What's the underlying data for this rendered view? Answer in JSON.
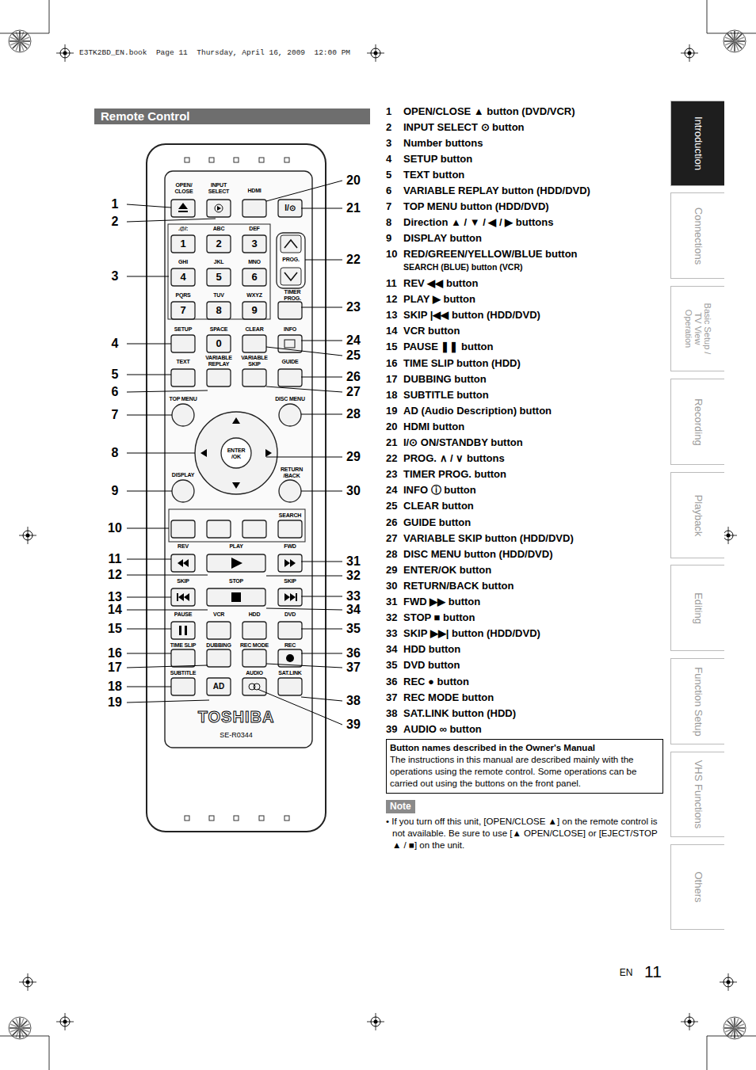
{
  "diagram": {
    "title": "Remote Control",
    "nodes": [
      {
        "text": [
          "Introduction"
        ]
      },
      {
        "text": [
          "Connections"
        ]
      },
      {
        "text": [
          "Basic Setup / TV View Operation"
        ]
      },
      {
        "text": [
          "Recording"
        ]
      },
      {
        "text": [
          "Playback"
        ]
      },
      {
        "text": [
          "Editing"
        ]
      },
      {
        "text": [
          "Function Setup"
        ]
      },
      {
        "text": [
          "VHS Functions"
        ]
      },
      {
        "text": [
          "Others"
        ]
      },
      {
        "text": [
          "Button names described in the Owner's Manual",
          "The instructions in this manual are described mainly with the operations using the remote control. Some operations can be carried out using the buttons on the front panel."
        ]
      },
      {
        "text": [
          "Note"
        ]
      }
    ],
    "labels": [
      "E3TK2BD_EN.book  Page 11  Thursday, April 16, 2009  12:00 PM",
      "1",
      "OPEN/CLOSE ▲ button (DVD/VCR)",
      "2",
      "INPUT SELECT ⊙ button",
      "3",
      "Number buttons",
      "4",
      "SETUP button",
      "5",
      "TEXT button",
      "6",
      "VARIABLE REPLAY button (HDD/DVD)",
      "7",
      "TOP MENU button (HDD/DVD)",
      "8",
      "Direction ▲ / ▼ / ◀ / ▶ buttons",
      "9",
      "DISPLAY button",
      "10",
      "RED/GREEN/YELLOW/BLUE button",
      "SEARCH (BLUE) button (VCR)",
      "11",
      "REV ◀◀ button",
      "12",
      "PLAY ▶ button",
      "13",
      "SKIP |◀◀ button (HDD/DVD)",
      "14",
      "VCR button",
      "15",
      "PAUSE ❚❚ button",
      "16",
      "TIME SLIP button (HDD)",
      "17",
      "DUBBING button",
      "18",
      "SUBTITLE button",
      "19",
      "AD (Audio Description) button",
      "20",
      "HDMI button",
      "21",
      "I/⊙ ON/STANDBY button",
      "22",
      "PROG. ∧ / ∨ buttons",
      "23",
      "TIMER PROG. button",
      "24",
      "INFO ⓘ button",
      "25",
      "CLEAR button",
      "26",
      "GUIDE button",
      "27",
      "VARIABLE SKIP button (HDD/DVD)",
      "28",
      "DISC MENU button (HDD/DVD)",
      "29",
      "ENTER/OK button",
      "30",
      "RETURN/BACK button",
      "31",
      "FWD ▶▶ button",
      "32",
      "STOP ■ button",
      "33",
      "SKIP ▶▶| button (HDD/DVD)",
      "34",
      "HDD button",
      "35",
      "DVD button",
      "36",
      "REC ● button",
      "37",
      "REC MODE button",
      "38",
      "SAT.LINK button (HDD)",
      "39",
      "AUDIO ∞ button",
      "1",
      "2",
      "3",
      "4",
      "5",
      "6",
      "7",
      "8",
      "9",
      "10",
      "11",
      "12",
      "13",
      "14",
      "15",
      "16",
      "17",
      "18",
      "19",
      "20",
      "21",
      "22",
      "23",
      "24",
      "25",
      "26",
      "27",
      "28",
      "29",
      "30",
      "31",
      "32",
      "33",
      "34",
      "35",
      "36",
      "37",
      "38",
      "39",
      "OPEN/ CLOSE",
      "INPUT SELECT",
      "HDMI",
      "I/⊙",
      ".@/:",
      "1",
      "ABC",
      "2",
      "DEF",
      "3",
      "GHI",
      "4",
      "JKL",
      "5",
      "MNO",
      "6",
      "PQRS",
      "7",
      "TUV",
      "8",
      "WXYZ",
      "9",
      "PROG.",
      "TIMER PROG.",
      "SETUP",
      "SPACE",
      "0",
      "CLEAR",
      "INFO",
      "TEXT",
      "VARIABLE REPLAY",
      "VARIABLE SKIP",
      "GUIDE",
      "TOP MENU",
      "DISC MENU",
      "ENTER /OK",
      "DISPLAY",
      "RETURN /BACK",
      "SEARCH",
      "REV",
      "PLAY",
      "FWD",
      "SKIP",
      "STOP",
      "SKIP",
      "PAUSE",
      "VCR",
      "HDD",
      "DVD",
      "TIME SLIP",
      "DUBBING",
      "REC MODE",
      "REC",
      "SUBTITLE",
      "AD",
      "AUDIO",
      "SAT.LINK",
      "TOSHIBA",
      "SE-R0344",
      "EN",
      "11",
      "• If you turn off this unit, [OPEN/CLOSE ▲] on the remote control is not available. Be sure to use [▲ OPEN/CLOSE] or [EJECT/STOP ▲ / ■] on the unit."
    ]
  }
}
